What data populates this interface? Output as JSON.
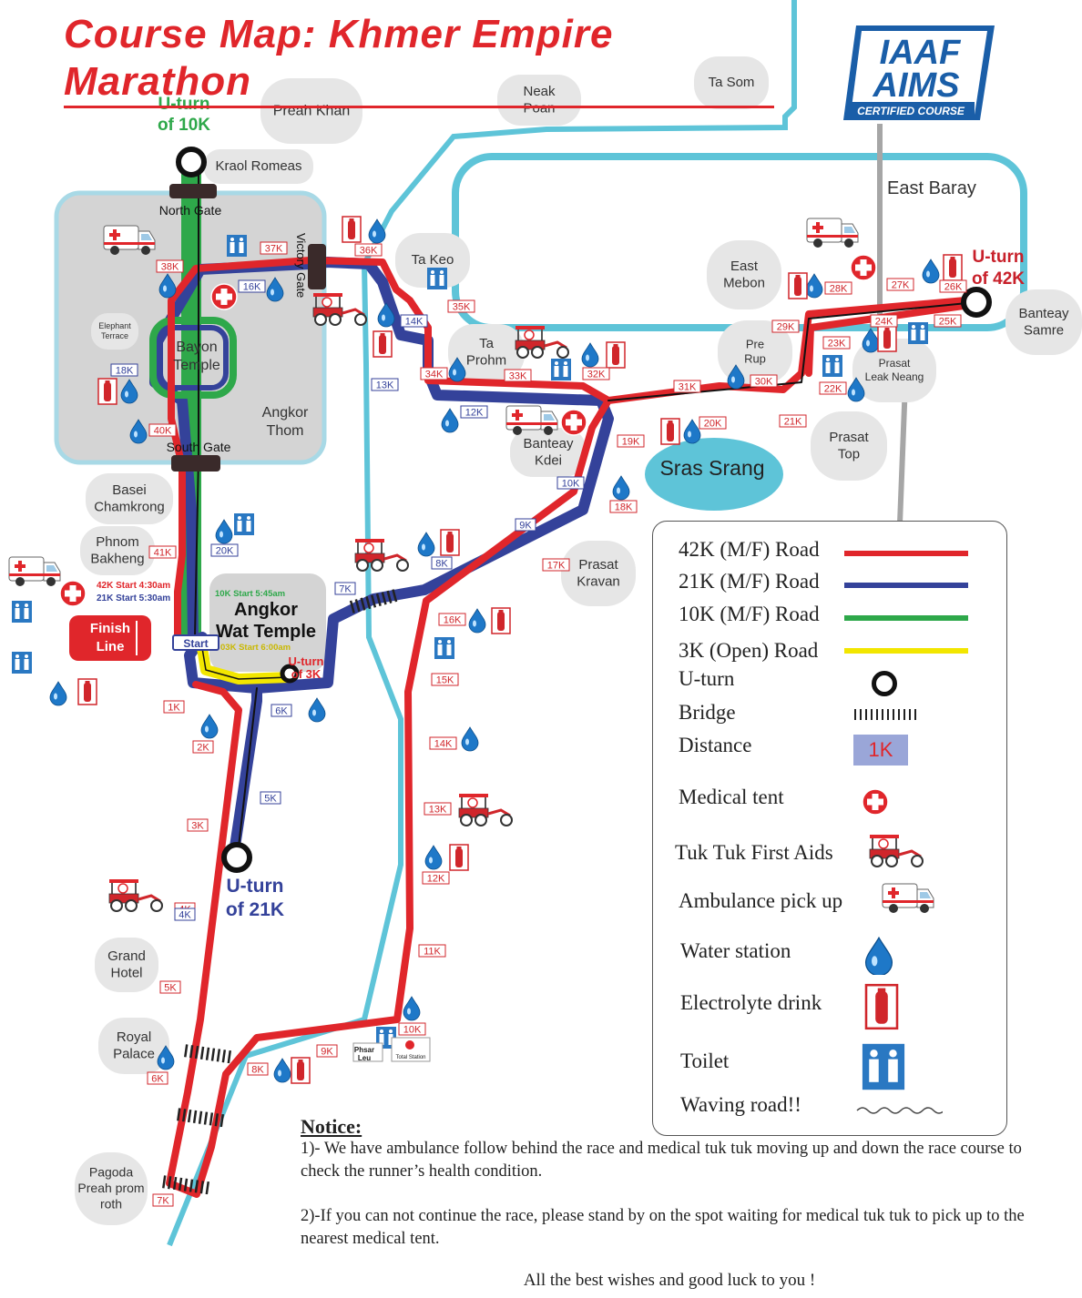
{
  "title": "Course Map: Khmer Empire Marathon",
  "badge": {
    "line1": "IAAF",
    "line2": "AIMS",
    "line3": "CERTIFIED COURSE"
  },
  "colors": {
    "r42": "#e0262b",
    "r21": "#34429a",
    "r10": "#2ea84a",
    "r3": "#f2e600",
    "water": "#5ec4d8",
    "landmark": "#e6e6e6",
    "thom": "#d4d4d4",
    "dist": "#9aa6d8"
  },
  "landmarks": [
    {
      "id": "preah-khan",
      "lines": [
        "Preah Khan"
      ]
    },
    {
      "id": "neak-poan",
      "lines": [
        "Neak",
        "Poan"
      ]
    },
    {
      "id": "ta-som",
      "lines": [
        "Ta Som"
      ]
    },
    {
      "id": "kraol-romeas",
      "lines": [
        "Kraol Romeas"
      ]
    },
    {
      "id": "ta-keo",
      "lines": [
        "Ta Keo"
      ]
    },
    {
      "id": "ta-prohm",
      "lines": [
        "Ta",
        "Prohm"
      ]
    },
    {
      "id": "east-mebon",
      "lines": [
        "East",
        "Mebon"
      ]
    },
    {
      "id": "pre-rup",
      "lines": [
        "Pre",
        "Rup"
      ]
    },
    {
      "id": "prasat-leak-neang",
      "lines": [
        "Prasat",
        "Leak Neang"
      ]
    },
    {
      "id": "banteay-samre",
      "lines": [
        "Banteay",
        "Samre"
      ]
    },
    {
      "id": "prasat-top",
      "lines": [
        "Prasat",
        "Top"
      ]
    },
    {
      "id": "banteay-kdei",
      "lines": [
        "Banteay",
        "Kdei"
      ]
    },
    {
      "id": "prasat-kravan",
      "lines": [
        "Prasat",
        "Kravan"
      ]
    },
    {
      "id": "basei-chamkrong",
      "lines": [
        "Basei",
        "Chamkrong"
      ]
    },
    {
      "id": "phnom-bakheng",
      "lines": [
        "Phnom",
        "Bakheng"
      ]
    },
    {
      "id": "grand-hotel",
      "lines": [
        "Grand",
        "Hotel"
      ]
    },
    {
      "id": "royal-palace",
      "lines": [
        "Royal",
        "Palace"
      ]
    },
    {
      "id": "pagoda",
      "lines": [
        "Pagoda",
        "Preah prom",
        "roth"
      ]
    },
    {
      "id": "elephant-terrace",
      "lines": [
        "Elephant",
        "Terrace"
      ]
    }
  ],
  "labels": {
    "east_baray": "East Baray",
    "sras_srang": "Sras Srang",
    "angkor_thom": [
      "Angkor",
      "Thom"
    ],
    "bayon": [
      "Bayon",
      "Temple"
    ],
    "angkor_wat": [
      "Angkor",
      "Wat Temple"
    ],
    "north_gate": "North Gate",
    "south_gate": "South Gate",
    "victory_gate": "Victory Gate",
    "uturn_10k": [
      "U-turn",
      "of 10K"
    ],
    "uturn_42k": [
      "U-turn",
      "of 42K"
    ],
    "uturn_21k": [
      "U-turn",
      "of 21K"
    ],
    "uturn_3k": [
      "U-turn",
      "of 3K"
    ],
    "finish": [
      "Finish",
      "Line"
    ],
    "start": "Start",
    "start_42k": "42K Start 4:30am",
    "start_21k": "21K Start 5:30am",
    "start_10k": "10K Start 5:45am",
    "start_3k": "03K Start 6:00am",
    "phsar_leu": [
      "Phsar",
      "Leu"
    ],
    "total_station": "Total Station"
  },
  "markers_42k": [
    "1K",
    "2K",
    "3K",
    "4K",
    "5K",
    "6K",
    "7K",
    "8K",
    "9K",
    "10K",
    "11K",
    "12K",
    "13K",
    "14K",
    "15K",
    "16K",
    "17K",
    "18K",
    "19K",
    "20K",
    "21K",
    "22K",
    "23K",
    "24K",
    "25K",
    "26K",
    "27K",
    "28K",
    "29K",
    "30K",
    "31K",
    "32K",
    "33K",
    "34K",
    "35K",
    "36K",
    "37K",
    "38K",
    "40K",
    "41K"
  ],
  "markers_21k": [
    "4K",
    "5K",
    "6K",
    "7K",
    "8K",
    "9K",
    "10K",
    "12K",
    "13K",
    "14K",
    "16K",
    "18K",
    "20K"
  ],
  "legend": {
    "road42": "42K (M/F) Road",
    "road21": "21K (M/F) Road",
    "road10": "10K (M/F) Road",
    "road3": "3K (Open) Road",
    "uturn": "U-turn",
    "bridge": "Bridge",
    "distance": "Distance",
    "distance_sample": "1K",
    "medical": "Medical tent",
    "tuktuk": "Tuk Tuk First Aids",
    "ambulance": "Ambulance pick up",
    "water": "Water station",
    "electrolyte": "Electrolyte drink",
    "toilet": "Toilet",
    "waving": "Waving road!!"
  },
  "notice": {
    "heading": "Notice:",
    "p1": "1)- We have ambulance follow behind the race and medical tuk tuk moving up and down the race course to check the runner’s health condition.",
    "p2": "2)-If you can not continue the race, please stand by on the spot waiting for medical tuk tuk to pick up to the nearest medical tent.",
    "wish": "All the best wishes and good luck to you !"
  }
}
